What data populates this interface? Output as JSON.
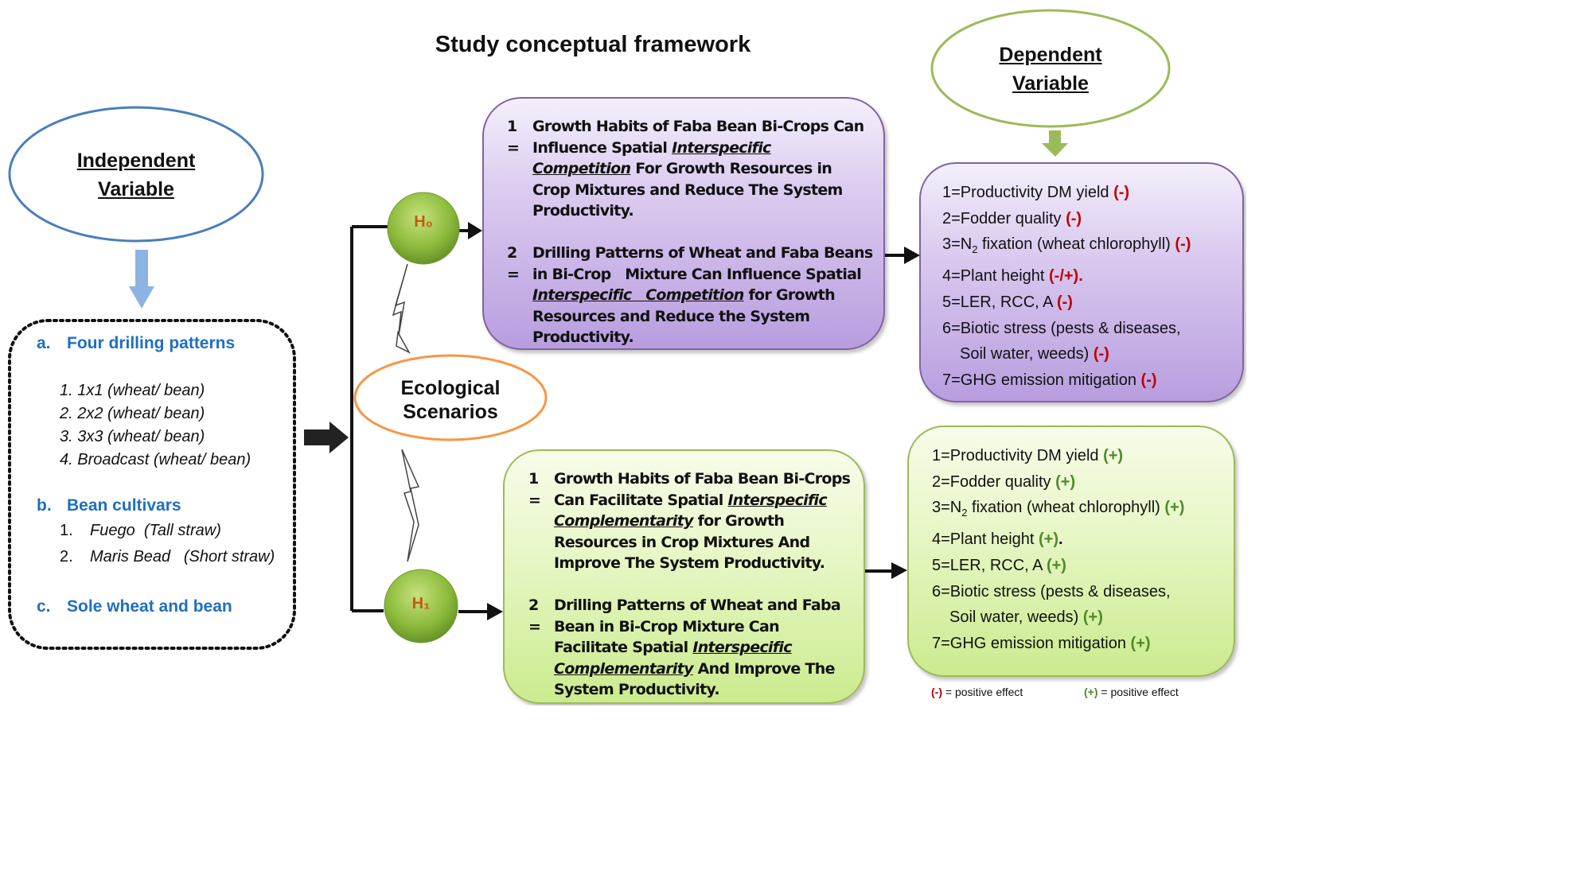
{
  "title": "Study conceptual framework",
  "independent_variable": {
    "label_line1": "Independent",
    "label_line2": "Variable"
  },
  "dependent_variable": {
    "label_line1": "Dependent",
    "label_line2": "Variable"
  },
  "ecological_scenarios": {
    "line1": "Ecological",
    "line2": "Scenarios"
  },
  "hypotheses": {
    "h0": "H₀",
    "h1": "H₁"
  },
  "factors": {
    "a_letter": "a.",
    "a_title": "Four drilling patterns",
    "a_items": [
      "1. 1x1 (wheat/ bean)",
      "2. 2x2 (wheat/ bean)",
      "3. 3x3 (wheat/ bean)",
      "4. Broadcast (wheat/ bean)"
    ],
    "b_letter": "b.",
    "b_title": "Bean cultivars",
    "b_items": [
      {
        "num": "1.",
        "text": "Fuego  (Tall straw)"
      },
      {
        "num": "2.",
        "text": "Maris Bead   (Short straw)"
      }
    ],
    "c_letter": "c.",
    "c_title": "Sole wheat and bean"
  },
  "h0_box": {
    "item1_num": "1 =",
    "item1_a": "Growth Habits of Faba Bean Bi-Crops Can Influence Spatial ",
    "item1_u": "Interspecific Competition",
    "item1_b": " For Growth Resources in Crop Mixtures and Reduce The System Productivity.",
    "item2_num": "2 =",
    "item2_a": "Drilling Patterns of Wheat and Faba Beans in Bi-Crop   Mixture Can Influence Spatial ",
    "item2_u": "Interspecific   Competition",
    "item2_b": " for Growth Resources and Reduce the System Productivity."
  },
  "h1_box": {
    "item1_num": "1 =",
    "item1_a": "Growth Habits of Faba Bean Bi-Crops Can Facilitate Spatial ",
    "item1_u": "Interspecific Complementarity",
    "item1_b": " for Growth Resources in Crop Mixtures And Improve The System Productivity.",
    "item2_num": "2 =",
    "item2_a": "Drilling Patterns of Wheat and Faba Bean in Bi-Crop Mixture Can Facilitate Spatial ",
    "item2_u": "Interspecific Complementarity",
    "item2_b": " And Improve The System Productivity."
  },
  "dv_negative": {
    "l1": "1=Productivity DM yield ",
    "l1s": "(-)",
    "l2": "2=Fodder quality ",
    "l2s": "(-)",
    "l3a": "3=N",
    "l3sub": "2",
    "l3b": " fixation (wheat chlorophyll) ",
    "l3s": "(-)",
    "l4": "4=Plant height ",
    "l4s": "(-/+).",
    "l5": "5=LER, RCC, A ",
    "l5s": "(-)",
    "l6": "6=Biotic stress (pests & diseases,",
    "l6b": "Soil water, weeds) ",
    "l6s": "(-)",
    "l7": "7=GHG emission mitigation ",
    "l7s": "(-)"
  },
  "dv_positive": {
    "l1": "1=Productivity DM yield ",
    "l1s": "(+)",
    "l2": "2=Fodder quality ",
    "l2s": "(+)",
    "l3a": "3=N",
    "l3sub": "2",
    "l3b": " fixation (wheat chlorophyll) ",
    "l3s": "(+)",
    "l4": "4=Plant height ",
    "l4s": "(+)",
    "l4end": ".",
    "l5": "5=LER, RCC, A ",
    "l5s": "(+)",
    "l6": "6=Biotic stress (pests & diseases,",
    "l6b": "Soil water, weeds) ",
    "l6s": "(+)",
    "l7": "7=GHG emission mitigation ",
    "l7s": "(+)"
  },
  "footnote": {
    "neg_sign": "(-)",
    "neg_text": " = positive effect",
    "pos_sign": "(+)",
    "pos_text": " = positive effect"
  },
  "colors": {
    "independent_oval": "#4a7ebb",
    "dependent_oval": "#9bbb59",
    "ecological_oval": "#f79646",
    "h0_box_fill": "#c9b3e6",
    "h1_box_fill": "#e4f5c0",
    "negative": "#c00000",
    "positive": "#4e8a2a",
    "heading_blue": "#1f6fc0",
    "hypothesis_label": "#c55a11"
  }
}
